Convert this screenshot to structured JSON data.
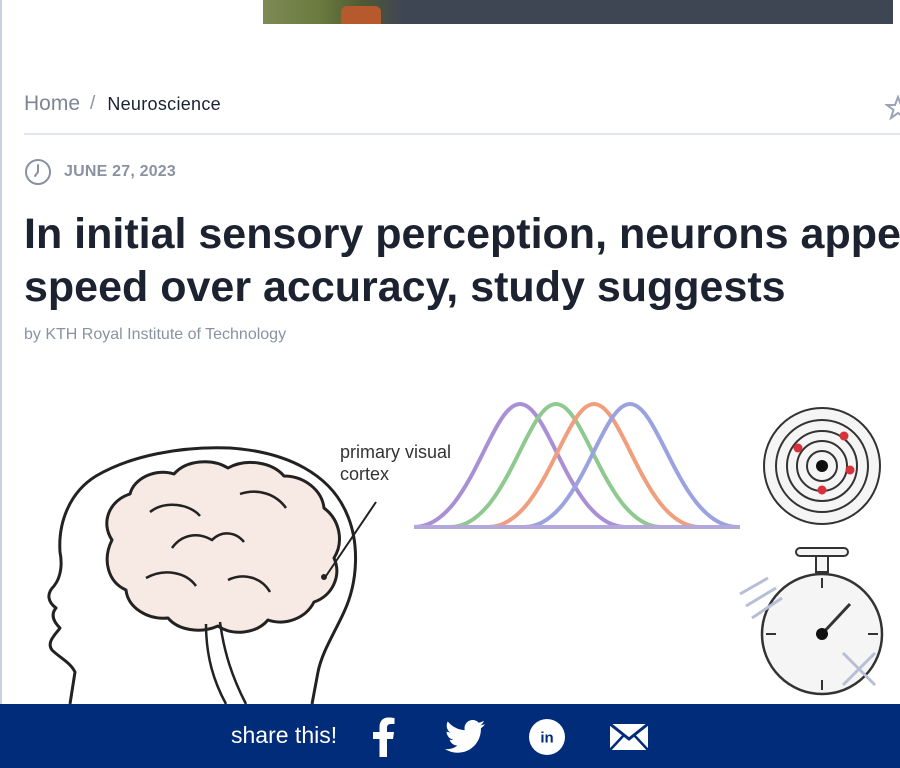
{
  "breadcrumb": {
    "home_label": "Home",
    "separator": "/",
    "current_label": "Neuroscience"
  },
  "article": {
    "date": "JUNE 27, 2023",
    "title_line1": "In initial sensory perception, neurons appe",
    "title_line2": "speed over accuracy, study suggests",
    "byline": "by KTH Royal Institute of Technology"
  },
  "figure": {
    "label_line1": "primary visual",
    "label_line2": "cortex",
    "curve_colors": [
      "#a98fd4",
      "#8fc98f",
      "#ef9e7e",
      "#9aa3e0"
    ],
    "target_dot_color": "#d8313b"
  },
  "share": {
    "label": "share this!",
    "buttons": [
      "facebook-icon",
      "twitter-icon",
      "linkedin-icon",
      "email-icon"
    ]
  },
  "colors": {
    "share_bar": "#002c7a",
    "headline": "#1c2230",
    "muted": "#8a92a2"
  }
}
